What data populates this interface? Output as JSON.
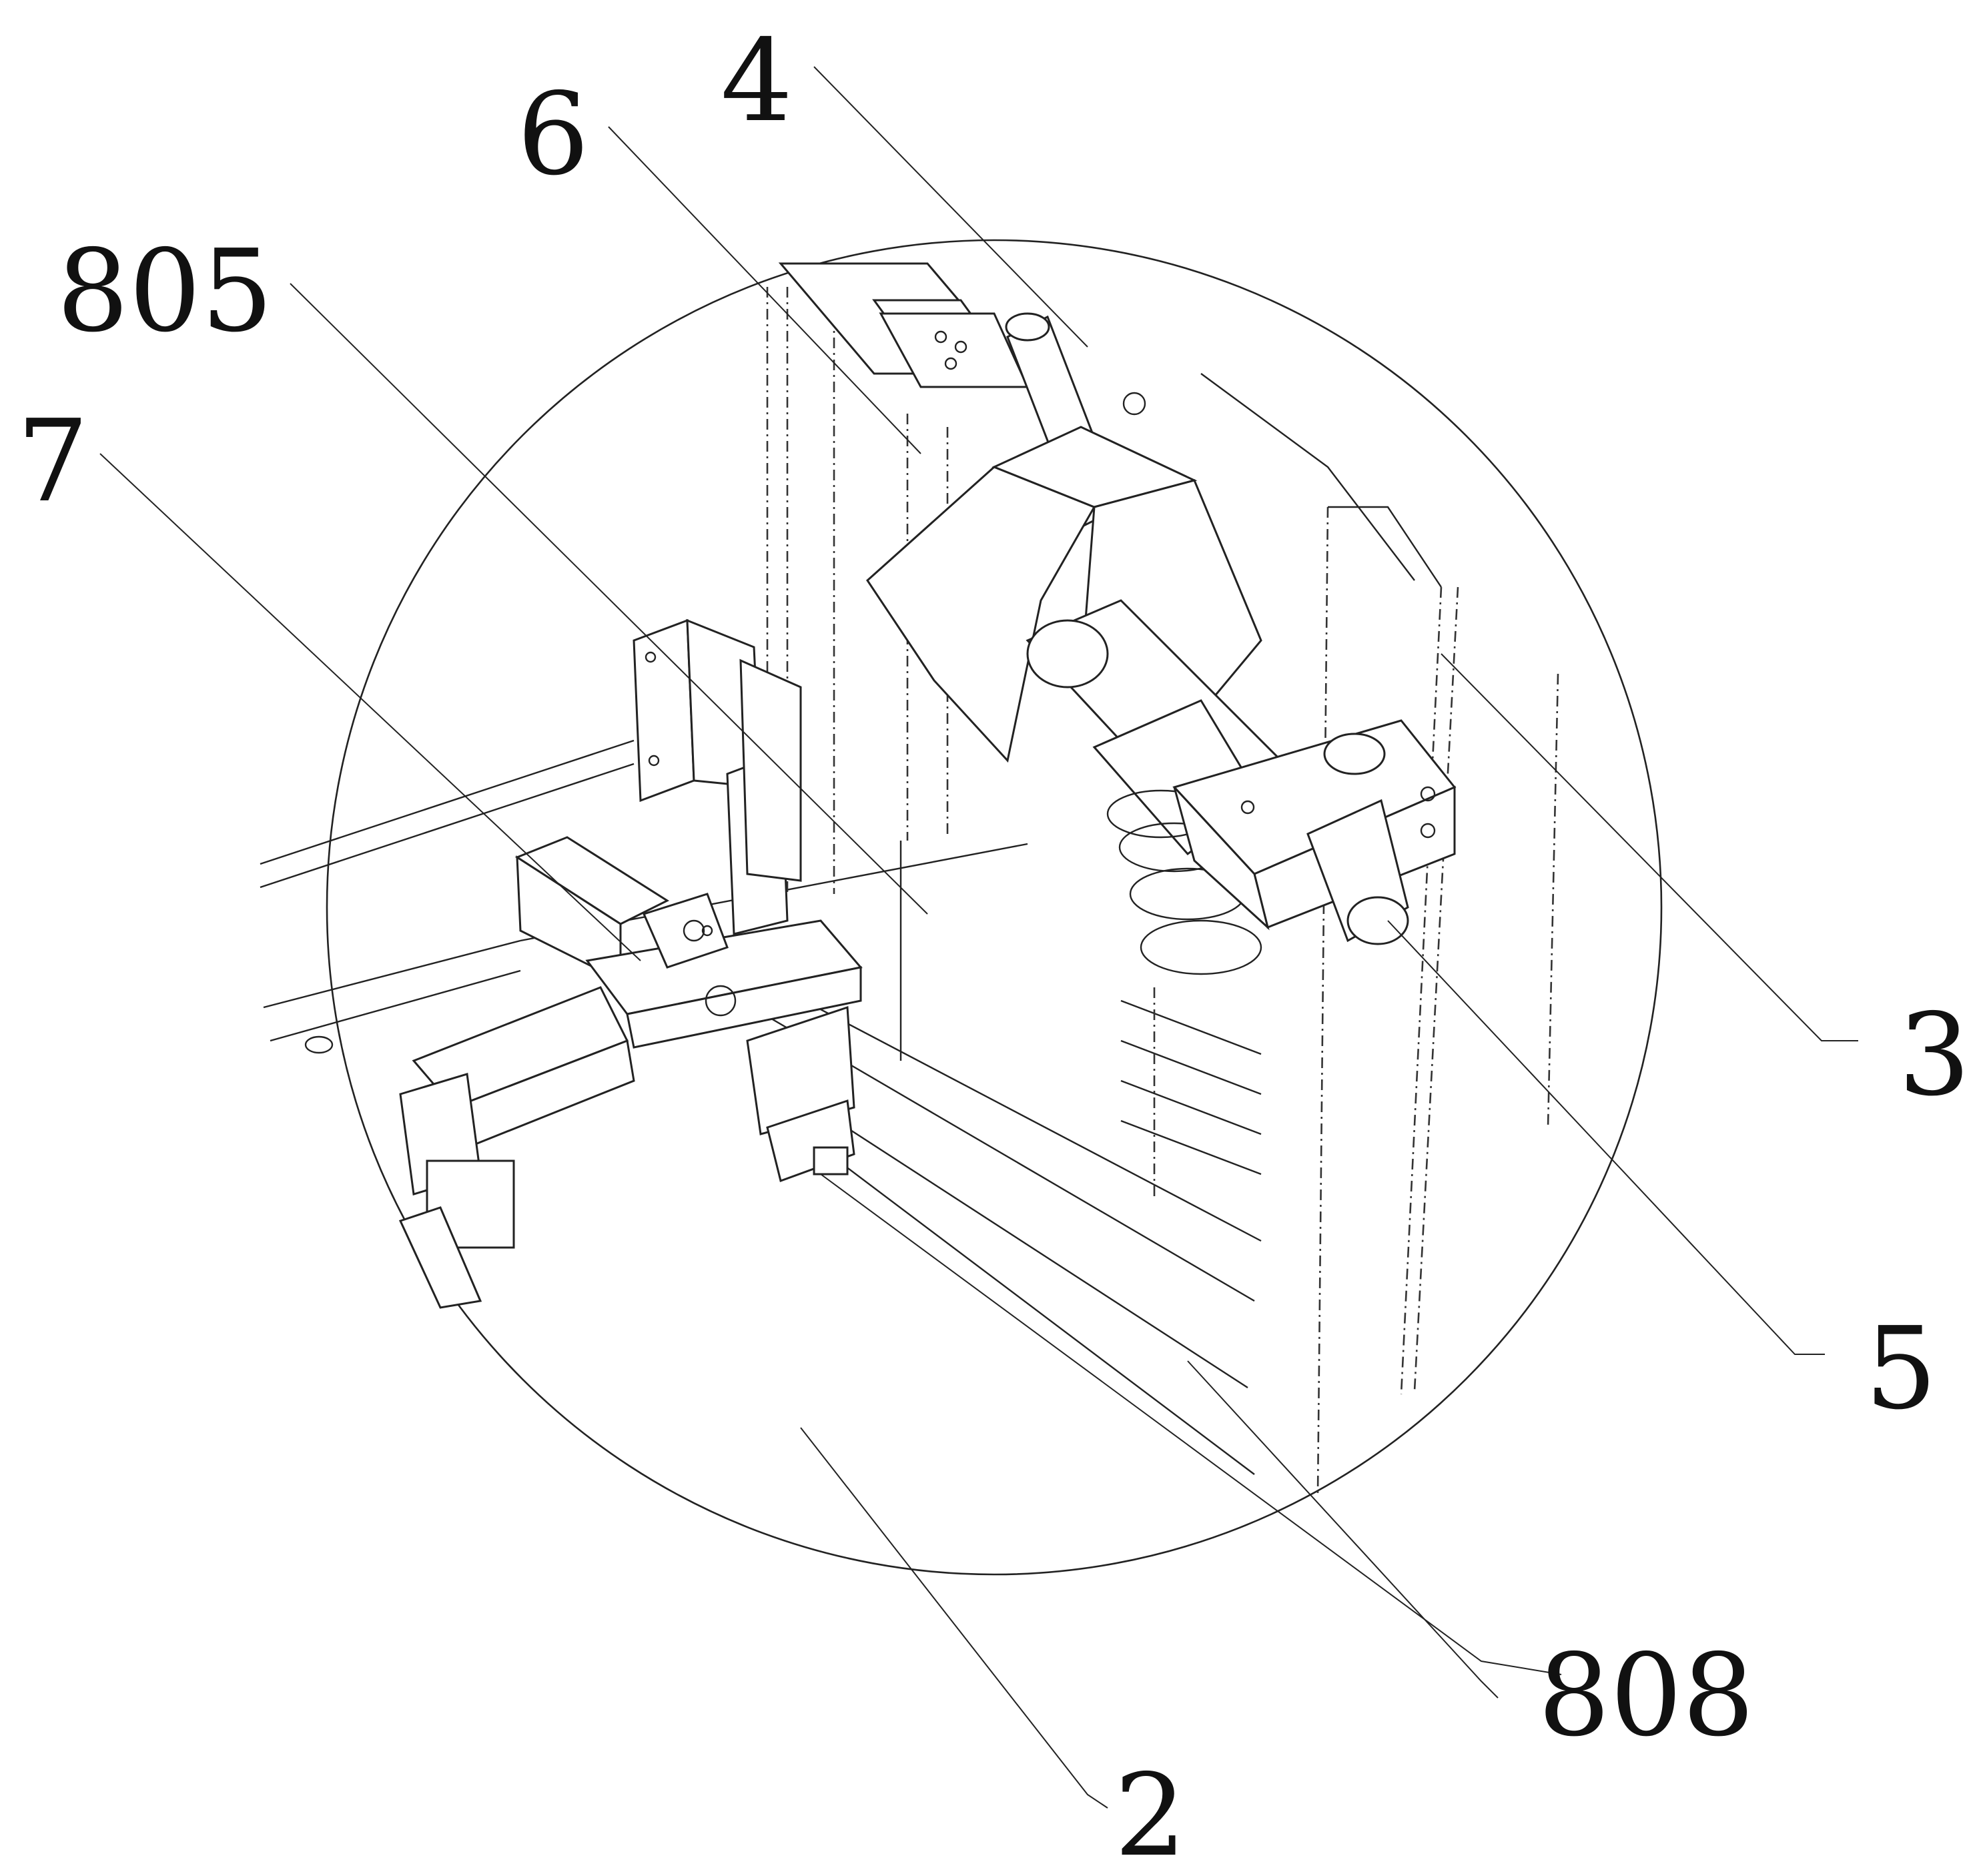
{
  "labels": {
    "l4": "4",
    "l6": "6",
    "l805": "805",
    "l7": "7",
    "l3": "3",
    "l5": "5",
    "l808": "808",
    "l2": "2"
  }
}
